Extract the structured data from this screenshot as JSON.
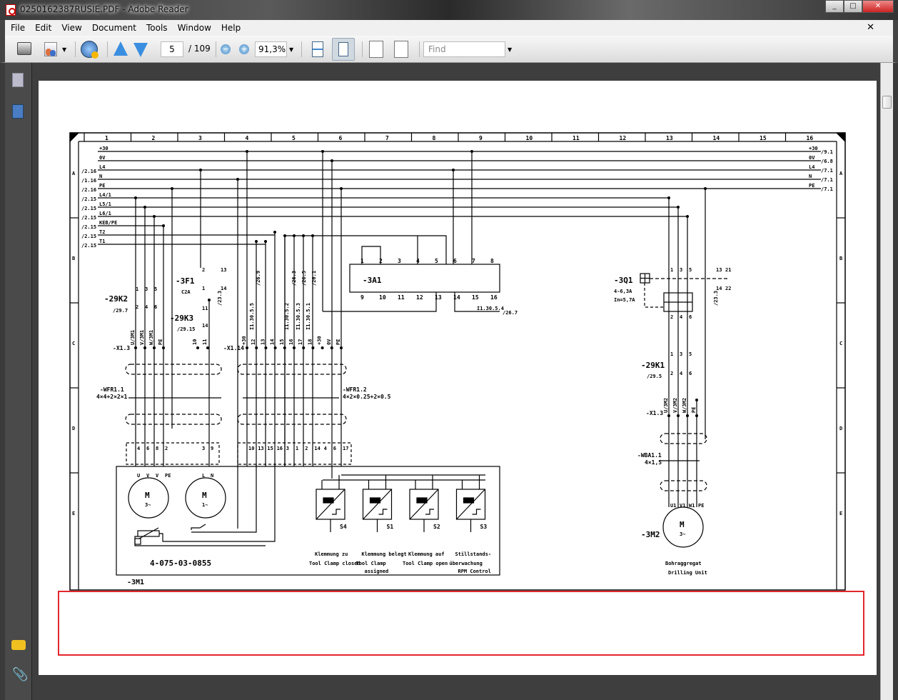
{
  "window": {
    "title": "0250162387RUSIE.PDF - Adobe Reader",
    "buttons": [
      "_",
      "□",
      "✕"
    ]
  },
  "menu": [
    "File",
    "Edit",
    "View",
    "Document",
    "Tools",
    "Window",
    "Help"
  ],
  "toolbar": {
    "page_current": "5",
    "page_total": "/ 109",
    "zoom": "91,3%",
    "find_placeholder": "Find"
  },
  "schematic": {
    "columns": [
      "1",
      "2",
      "3",
      "4",
      "5",
      "6",
      "7",
      "8",
      "9",
      "10",
      "11",
      "12",
      "13",
      "14",
      "15",
      "16"
    ],
    "rows": [
      "A",
      "B",
      "C",
      "D",
      "E"
    ],
    "buses": [
      "+30",
      "0V",
      "L4",
      "N",
      "PE",
      "L4/1",
      "L5/1",
      "L6/1",
      "KEB/PE",
      "T2",
      "T1"
    ],
    "left_refs": [
      "/2.16",
      "/1.16",
      "/2.16",
      "/2.15",
      "/2.15",
      "/2.15",
      "/2.15",
      "/2.15",
      "/2.15"
    ],
    "right_refs": [
      {
        "bus": "+30",
        "ref": "/9.1"
      },
      {
        "bus": "0V",
        "ref": "/6.8"
      },
      {
        "bus": "L4",
        "ref": "/7.1"
      },
      {
        "bus": "N",
        "ref": "/7.1"
      },
      {
        "bus": "PE",
        "ref": "/7.1"
      }
    ],
    "k29k2": {
      "name": "-29K2",
      "ref": "/29.7",
      "pins_top": [
        "1",
        "3",
        "5"
      ],
      "pins_bot": [
        "2",
        "4",
        "6"
      ]
    },
    "k29k3": {
      "name": "-29K3",
      "ref": "/29.15",
      "pins": [
        "11",
        "14"
      ]
    },
    "f3f1": {
      "name": "-3F1",
      "rating": "C2A",
      "pins": [
        "2",
        "1",
        "13",
        "14"
      ],
      "ref": "/23.3"
    },
    "x13_left": {
      "name": "-X1.3",
      "terms": [
        "U/3M1",
        "V/3M1",
        "W/3M1",
        "PE"
      ],
      "terms2": [
        "10",
        "11"
      ]
    },
    "x114": {
      "name": "-X1.14",
      "terms": [
        "+30",
        "12",
        "13",
        "14",
        "15",
        "16",
        "17",
        "18",
        "+30",
        "0V",
        "PE"
      ],
      "refs": [
        "I1.30.5.5",
        "/26.9",
        "I1.30.5.2",
        "/26.3",
        "I1.30.5.3",
        "/26.5",
        "I1.30.5.1",
        "/26.1"
      ]
    },
    "a3a1": {
      "name": "-3A1",
      "pins_top": [
        "1",
        "2",
        "3",
        "4",
        "5",
        "6",
        "7",
        "8"
      ],
      "pins_bot": [
        "9",
        "10",
        "11",
        "12",
        "13",
        "14",
        "15",
        "16"
      ],
      "ref1": "I1.30.5.4",
      "ref2": "/26.7"
    },
    "wfr11": {
      "name": "-WFR1.1",
      "spec": "4×4+2×2×1"
    },
    "wfr12": {
      "name": "-WFR1.2",
      "spec": "4×2×0.25+2×0.5"
    },
    "plug_left": [
      "4",
      "6",
      "8",
      "2",
      "3",
      "9"
    ],
    "plug_right": [
      "10",
      "13",
      "15",
      "16",
      "3",
      "1",
      "2",
      "14",
      "4",
      "6",
      "17"
    ],
    "motor_terms": [
      "U",
      "V",
      "V",
      "PE",
      "L",
      "N"
    ],
    "motor1": {
      "label": "M",
      "sub": "3~"
    },
    "motor2": {
      "label": "M",
      "sub": "1~"
    },
    "part_no": "4-075-03-0855",
    "m3m1": "-3M1",
    "sensors": [
      {
        "id": "S4",
        "desc1": "Klemmung zu",
        "desc2": "Tool Clamp closed",
        "desc3": ""
      },
      {
        "id": "S1",
        "desc1": "Klemmung belegt",
        "desc2": "Tool Clamp",
        "desc3": "assigned"
      },
      {
        "id": "S2",
        "desc1": "Klemmung auf",
        "desc2": "Tool Clamp open",
        "desc3": ""
      },
      {
        "id": "S3",
        "desc1": "Stillstands-",
        "desc2": "überwachung",
        "desc3": "RPM Control"
      }
    ],
    "q3q1": {
      "name": "-3Q1",
      "range": "4-6,3A",
      "in": "In=5,7A",
      "pins_top": [
        "1",
        "3",
        "5"
      ],
      "pins_bot": [
        "2",
        "4",
        "6"
      ],
      "aux": [
        "13",
        "21",
        "14",
        "22"
      ],
      "ref": "/23.3"
    },
    "k29k1": {
      "name": "-29K1",
      "ref": "/29.5",
      "pins_top": [
        "1",
        "3",
        "5"
      ],
      "pins_bot": [
        "2",
        "4",
        "6"
      ]
    },
    "x13_right": {
      "name": "-X1.3",
      "terms": [
        "U/3M2",
        "V/3M2",
        "W/3M2",
        "PE"
      ]
    },
    "wba11": {
      "name": "-WBA1.1",
      "spec": "4×1,5"
    },
    "m3m2": {
      "name": "-3M2",
      "label": "M",
      "sub": "3~",
      "terms": [
        "U1",
        "V1",
        "W1",
        "PE"
      ],
      "desc1": "Bohraggregat",
      "desc2": "Drilling Unit"
    }
  }
}
